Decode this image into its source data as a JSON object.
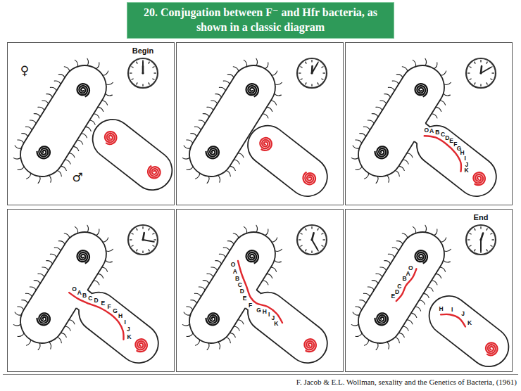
{
  "diagram": {
    "title": "20. Conjugation between F⁻ and Hfr bacteria, as shown in a classic diagram",
    "caption": "F. Jacob & E.L. Wollman, sexality and the Genetics of Bacteria, (1961)",
    "nodes": [
      {
        "text": [
          "Begin",
          "♀",
          "♂"
        ]
      },
      {
        "text": [
          "O",
          "A",
          "B",
          "C",
          "D",
          "E",
          "F",
          "G",
          "H",
          "I",
          "J",
          "K"
        ]
      },
      {
        "text": [
          "O",
          "A",
          "B",
          "C",
          "D",
          "E",
          "F",
          "G",
          "H",
          "I",
          "J",
          "K"
        ]
      },
      {
        "text": [
          "O",
          "A",
          "B",
          "C",
          "D",
          "E",
          "F",
          "G",
          "H",
          "I",
          "J",
          "K"
        ]
      },
      {
        "text": [
          "End",
          "O",
          "A",
          "B",
          "C",
          "D",
          "E",
          "H",
          "I",
          "J",
          "K"
        ]
      }
    ]
  }
}
